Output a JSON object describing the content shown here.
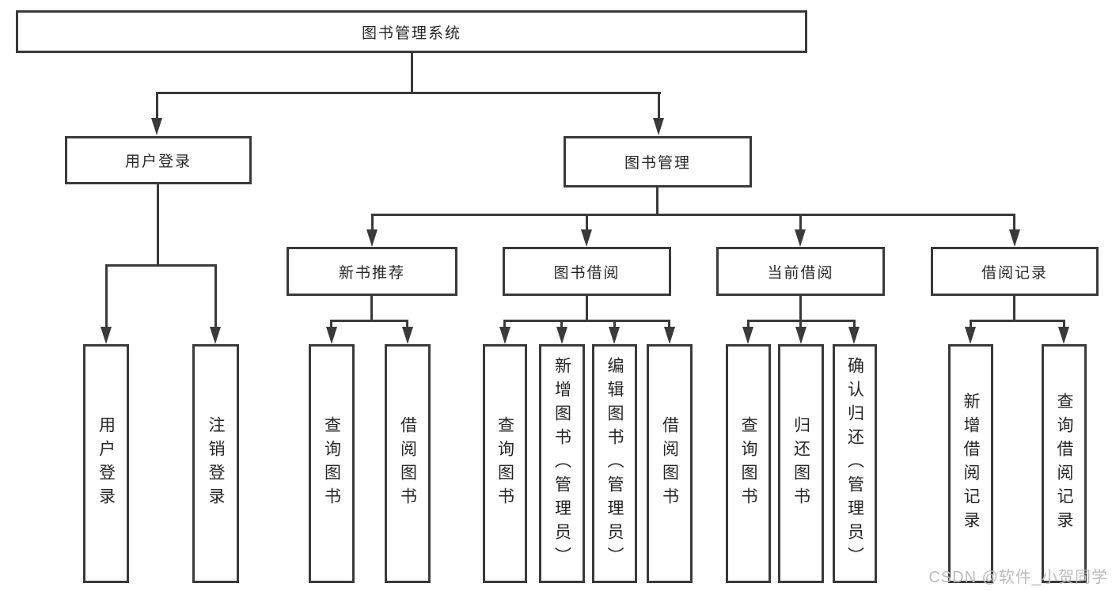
{
  "diagram": {
    "root": {
      "label": "图书管理系统"
    },
    "level2": {
      "user_login": {
        "label": "用户登录"
      },
      "book_mgmt": {
        "label": "图书管理"
      }
    },
    "level3": {
      "new_book_rec": {
        "label": "新书推荐"
      },
      "book_borrow": {
        "label": "图书借阅"
      },
      "current_borrow": {
        "label": "当前借阅"
      },
      "borrow_records": {
        "label": "借阅记录"
      }
    },
    "leaves": {
      "user_login_leaf": {
        "label": "用户登录"
      },
      "logout": {
        "label": "注销登录"
      },
      "rec_query_books": {
        "label": "查询图书"
      },
      "rec_borrow_books": {
        "label": "借阅图书"
      },
      "bb_query_books": {
        "label": "查询图书"
      },
      "bb_add_books": {
        "label": "新增图书（管理员）"
      },
      "bb_edit_books": {
        "label": "编辑图书（管理员）"
      },
      "bb_borrow_books": {
        "label": "借阅图书"
      },
      "cb_query_books": {
        "label": "查询图书"
      },
      "cb_return_books": {
        "label": "归还图书"
      },
      "cb_confirm_return": {
        "label": "确认归还（管理员）"
      },
      "br_add_record": {
        "label": "新增借阅记录"
      },
      "br_query_record": {
        "label": "查询借阅记录"
      }
    },
    "colors": {
      "line": "#3a3a3a",
      "text": "#262626",
      "background": "#ffffff",
      "watermark": "#bcbcc0"
    }
  },
  "watermark": {
    "text": "CSDN @软件_小贺同学"
  }
}
